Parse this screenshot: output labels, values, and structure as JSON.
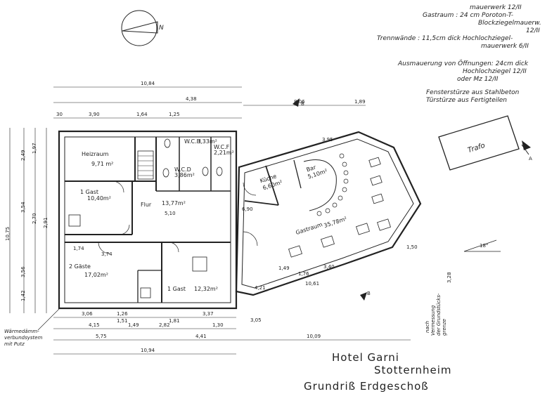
{
  "notes": {
    "mauerwerk": "mauerwerk 12/II",
    "gastraum_1": "Gastraum : 24 cm Poroton-T-",
    "gastraum_2": "Blockziegelmauerw.",
    "gastraum_3": "12/II",
    "trennwaende_1": "Trennwände : 11,5cm dick Hochlochziegel-",
    "trennwaende_2": "mauerwerk 6/II",
    "ausmauerung_1": "Ausmauerung von Öffnungen: 24cm dick",
    "ausmauerung_2": "Hochlochziegel 12/II",
    "ausmauerung_3": "oder Mz 12/II",
    "stuerze_1": "Fensterstürze aus Stahlbeton",
    "stuerze_2": "Türstürze aus Fertigteilen",
    "waermedaemm_1": "Wärmedämm-",
    "waermedaemm_2": "verbundsystem",
    "waermedaemm_3": "mit Putz",
    "grenze_1": "nach",
    "grenze_2": "Vermessung",
    "grenze_3": "der Grundstücks-",
    "grenze_4": "grenze"
  },
  "title_block": {
    "line1": "Hotel Garni",
    "line2": "Stotternheim",
    "line3": "Grundriß Erdgeschoß"
  },
  "compass": {
    "label": "N"
  },
  "trafo": {
    "label": "Trafo"
  },
  "rooms": {
    "heizraum_name": "Heizraum",
    "heizraum_area": "9,71 m²",
    "gast1_name": "1 Gast",
    "gast1_area": "10,40m²",
    "flur_name": "Flur",
    "flur_area": "13,77m²",
    "gaeste2_name": "2 Gäste",
    "gaeste2_area": "17,02m²",
    "gast1b_name": "1 Gast",
    "gast1b_area": "12,32m²",
    "kueche_name": "Küche",
    "kueche_area": "6,60m²",
    "bar_name": "Bar",
    "bar_area": "5,10m²",
    "gastraum_name": "Gastraum",
    "gastraum_area": "35,78m²",
    "wc_d": "W.C.D",
    "wc_d_area": "3,86m²",
    "wc_h": "W.C.H",
    "wc_h_area": "3,33m²",
    "wc_f": "W.C.F",
    "wc_f_area": "2,21m²"
  },
  "dims": {
    "top_total": "10,84",
    "top_438": "4,38",
    "top_390": "3,90",
    "top_164": "1,64",
    "top_125": "1,25",
    "top_805": "8,06",
    "top_395": "3,95",
    "top_189": "1,89",
    "top_30": "30",
    "bottom_306": "3,06",
    "bottom_126": "1,26",
    "bottom_151": "1,51",
    "bottom_181": "1,81",
    "bottom_337": "3,37",
    "bottom_415": "4,15",
    "bottom_149": "1,49",
    "bottom_282": "2,82",
    "bottom_130": "1,30",
    "bottom_575": "5,75",
    "bottom_441": "4,41",
    "bottom_1009": "10,09",
    "bottom_1094": "10,94",
    "bottom_305": "3,05",
    "bottom_1061": "10,61",
    "bottom_176": "1,76",
    "bottom_340": "3,40",
    "bottom_149b": "1,49",
    "bottom_150": "1,50",
    "bottom_421": "4,21",
    "left_1075": "10,75",
    "left_354": "3,54",
    "left_249": "2,49",
    "left_356": "3,56",
    "left_142": "1,42",
    "left_197": "1,97",
    "left_270": "2,70",
    "left_291": "2,91",
    "mid_510": "5,10",
    "mid_690": "6,90",
    "mid_174": "1,74",
    "mid_374": "3,74",
    "angle": "18°",
    "grenze_328": "3,28",
    "sec_b": "B",
    "sec_a": "A"
  }
}
